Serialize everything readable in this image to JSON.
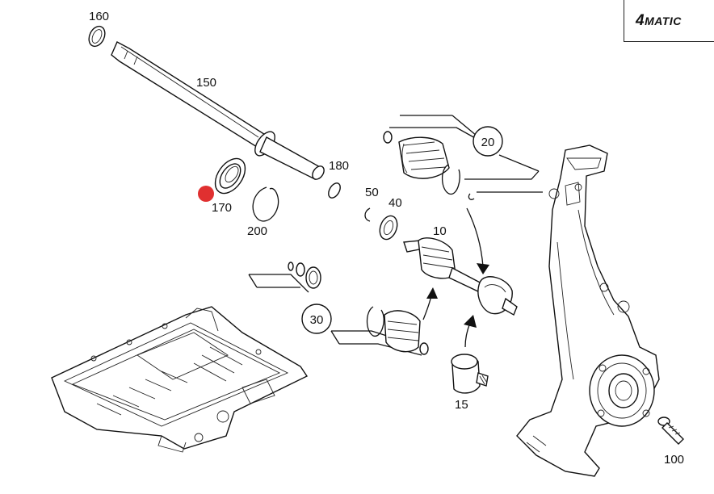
{
  "logo": {
    "prefix": "4",
    "text": "MATIC"
  },
  "callouts": {
    "p160": "160",
    "p150": "150",
    "p170": "170",
    "p180": "180",
    "p200": "200",
    "p50": "50",
    "p40": "40",
    "p10": "10",
    "p20": "20",
    "p30": "30",
    "p15": "15",
    "p100": "100"
  },
  "marker_color": "#e03030"
}
